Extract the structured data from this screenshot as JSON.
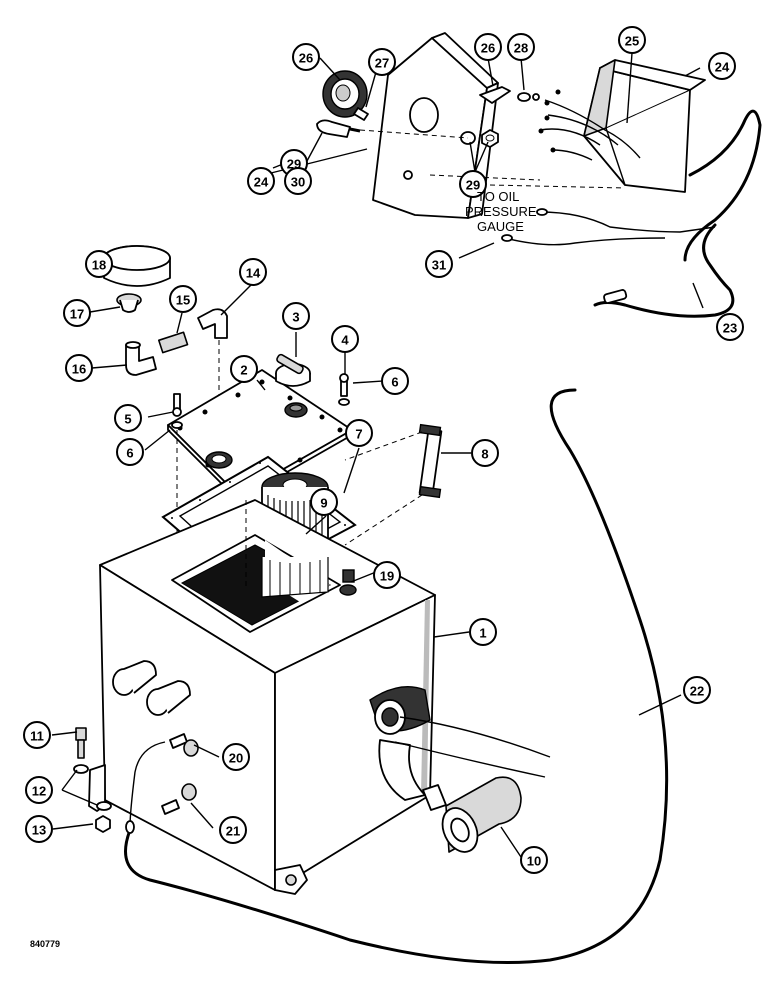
{
  "diagram": {
    "annotation_lines": [
      "TO OIL",
      "PRESSURE",
      "GAUGE"
    ],
    "drawing_number": "840779",
    "callouts": [
      "26",
      "27",
      "26",
      "28",
      "25",
      "24",
      "29",
      "30",
      "24",
      "29",
      "31",
      "18",
      "14",
      "17",
      "15",
      "3",
      "16",
      "2",
      "4",
      "6",
      "5",
      "6",
      "7",
      "8",
      "9",
      "19",
      "23",
      "1",
      "22",
      "11",
      "20",
      "12",
      "21",
      "13",
      "10"
    ]
  }
}
